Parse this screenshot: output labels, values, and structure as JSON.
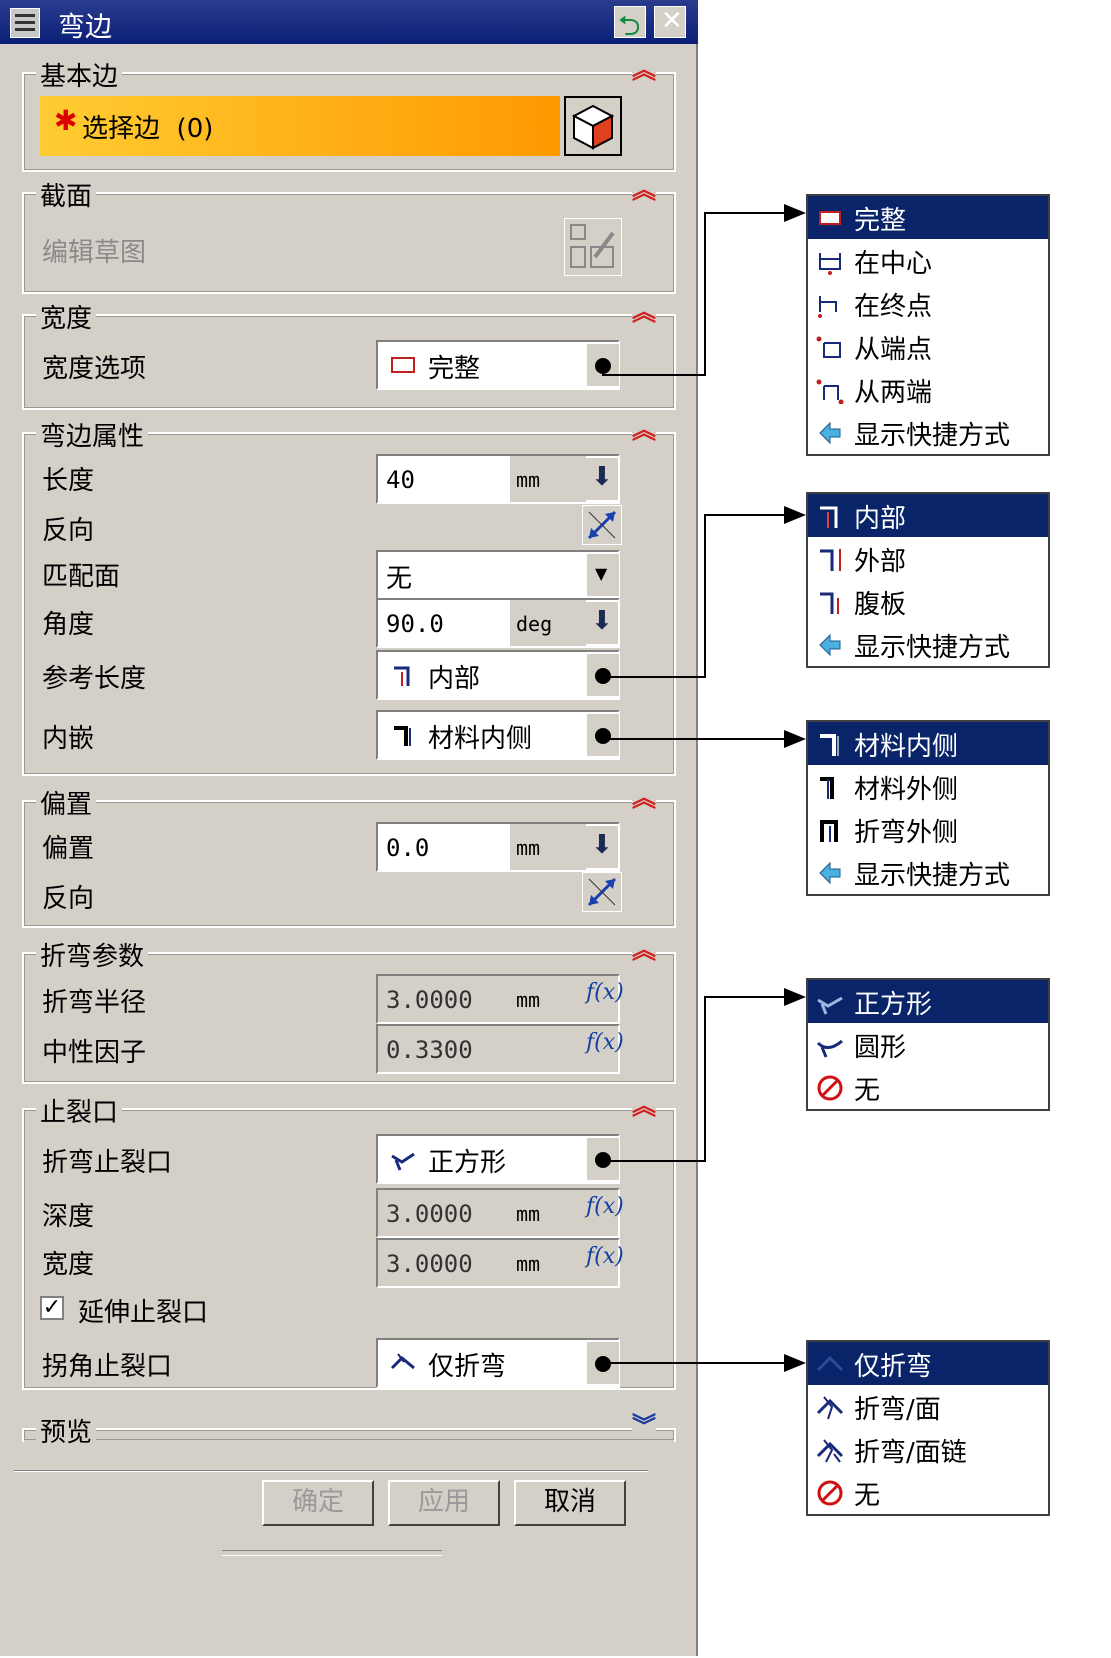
{
  "window": {
    "title": "弯边"
  },
  "groups": {
    "base": {
      "label": "基本边",
      "select_label": "选择边",
      "select_count": "(0)"
    },
    "section": {
      "label": "截面",
      "edit_sketch": "编辑草图"
    },
    "width": {
      "label": "宽度",
      "option_label": "宽度选项",
      "option_value": "完整"
    },
    "props": {
      "label": "弯边属性",
      "length_label": "长度",
      "length_value": "40",
      "length_unit": "mm",
      "reverse_label": "反向",
      "match_label": "匹配面",
      "match_value": "无",
      "angle_label": "角度",
      "angle_value": "90.0",
      "angle_unit": "deg",
      "ref_length_label": "参考长度",
      "ref_length_value": "内部",
      "inset_label": "内嵌",
      "inset_value": "材料内侧"
    },
    "offset": {
      "label": "偏置",
      "offset_label": "偏置",
      "offset_value": "0.0",
      "offset_unit": "mm",
      "reverse_label": "反向"
    },
    "bend": {
      "label": "折弯参数",
      "radius_label": "折弯半径",
      "radius_value": "3.0000",
      "radius_unit": "mm",
      "neutral_label": "中性因子",
      "neutral_value": "0.3300"
    },
    "relief": {
      "label": "止裂口",
      "bend_relief_label": "折弯止裂口",
      "bend_relief_value": "正方形",
      "depth_label": "深度",
      "depth_value": "3.0000",
      "depth_unit": "mm",
      "width_label": "宽度",
      "width_value": "3.0000",
      "width_unit": "mm",
      "extend_label": "延伸止裂口",
      "extend_checked": true,
      "corner_label": "拐角止裂口",
      "corner_value": "仅折弯"
    },
    "preview": {
      "label": "预览"
    }
  },
  "buttons": {
    "ok": "确定",
    "apply": "应用",
    "cancel": "取消"
  },
  "menus": {
    "width_options": [
      "完整",
      "在中心",
      "在终点",
      "从端点",
      "从两端",
      "显示快捷方式"
    ],
    "ref_length_options": [
      "内部",
      "外部",
      "腹板",
      "显示快捷方式"
    ],
    "inset_options": [
      "材料内侧",
      "材料外侧",
      "折弯外侧",
      "显示快捷方式"
    ],
    "bend_relief_options": [
      "正方形",
      "圆形",
      "无"
    ],
    "corner_relief_options": [
      "仅折弯",
      "折弯/面",
      "折弯/面链",
      "无"
    ]
  },
  "colors": {
    "titlebar": "#0a1f77",
    "menu_highlight": "#0a2469",
    "select_bar": "#ff9900",
    "collapse": "#d02020"
  }
}
